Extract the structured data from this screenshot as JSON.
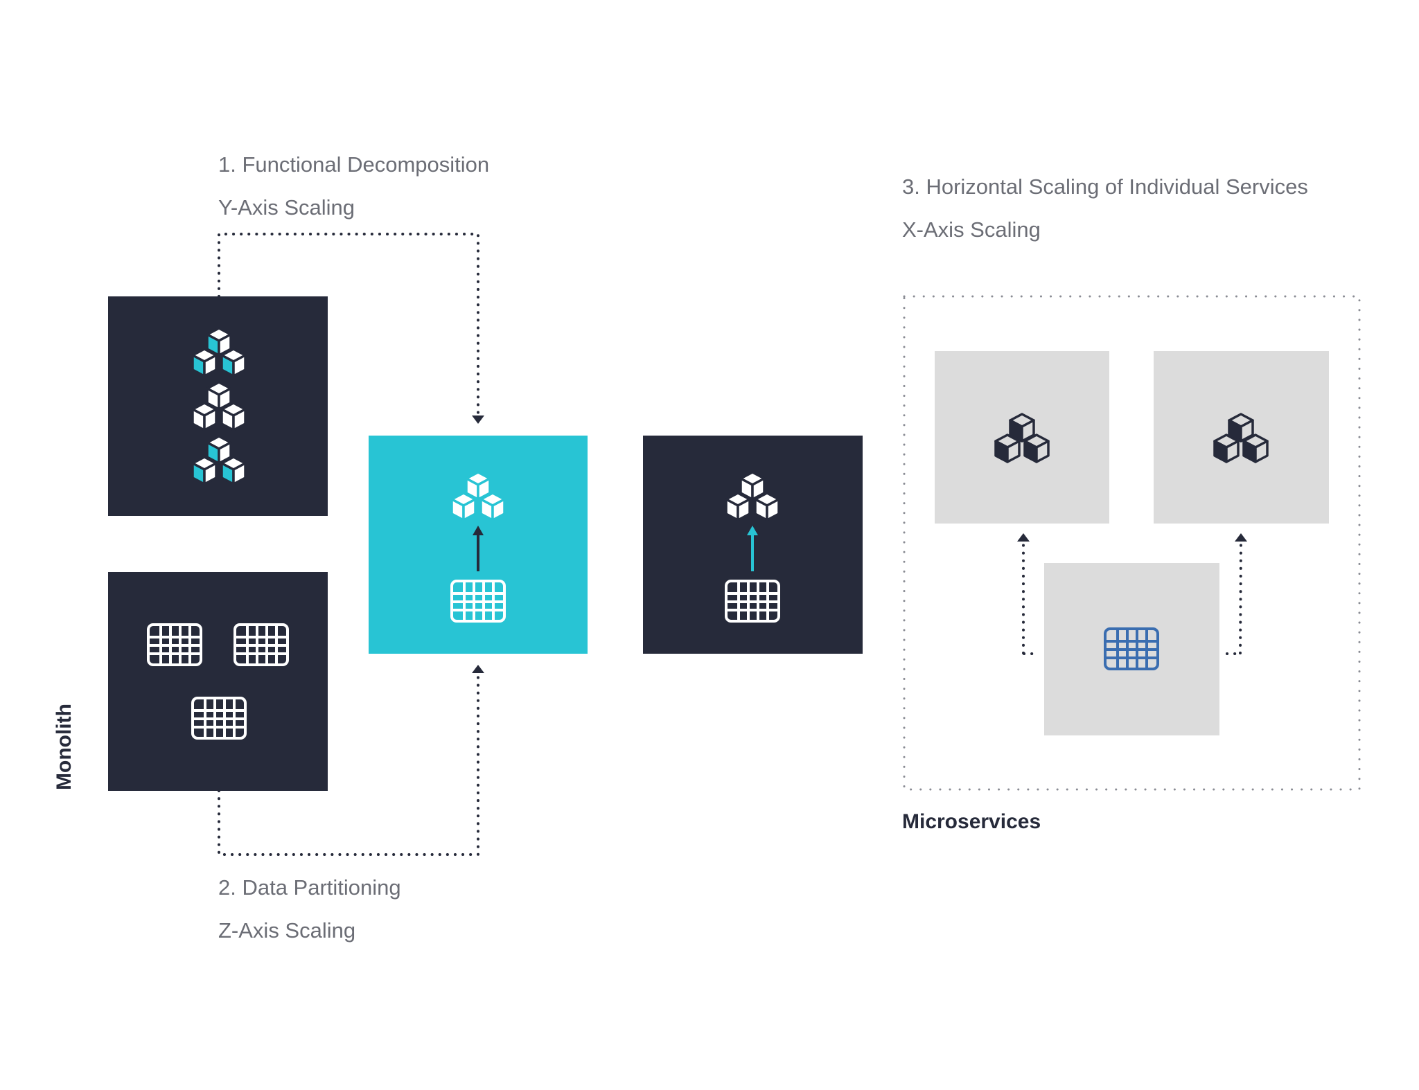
{
  "labels": {
    "step1_title": "1. Functional Decomposition",
    "step1_subtitle": "Y-Axis Scaling",
    "step2_title": "2. Data Partitioning",
    "step2_subtitle": "Z-Axis Scaling",
    "step3_title": "3. Horizontal Scaling of Individual Services",
    "step3_subtitle": "X-Axis Scaling",
    "monolith": "Monolith",
    "microservices": "Microservices"
  },
  "colors": {
    "dark": "#262a3a",
    "cyan": "#28c4d4",
    "grey": "#dcdcdc",
    "blue": "#3a6db0",
    "text": "#6b6d75"
  },
  "icons": {
    "services": "cubes-icon",
    "data": "grid-table-icon"
  }
}
